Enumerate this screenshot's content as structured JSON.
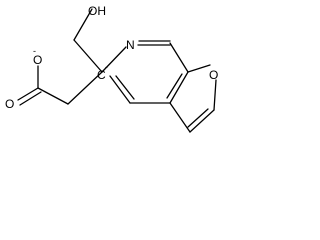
{
  "molecule": {
    "atom_labels": {
      "hydroxyl": "OH",
      "ring_nitrogen": "N",
      "charged_carbon": "C",
      "carbanion_charge": "-",
      "furan_oxygen": "O",
      "carboxylate_oxygen_single": "O",
      "carboxylate_charge": "-",
      "carbonyl_oxygen": "O"
    }
  }
}
